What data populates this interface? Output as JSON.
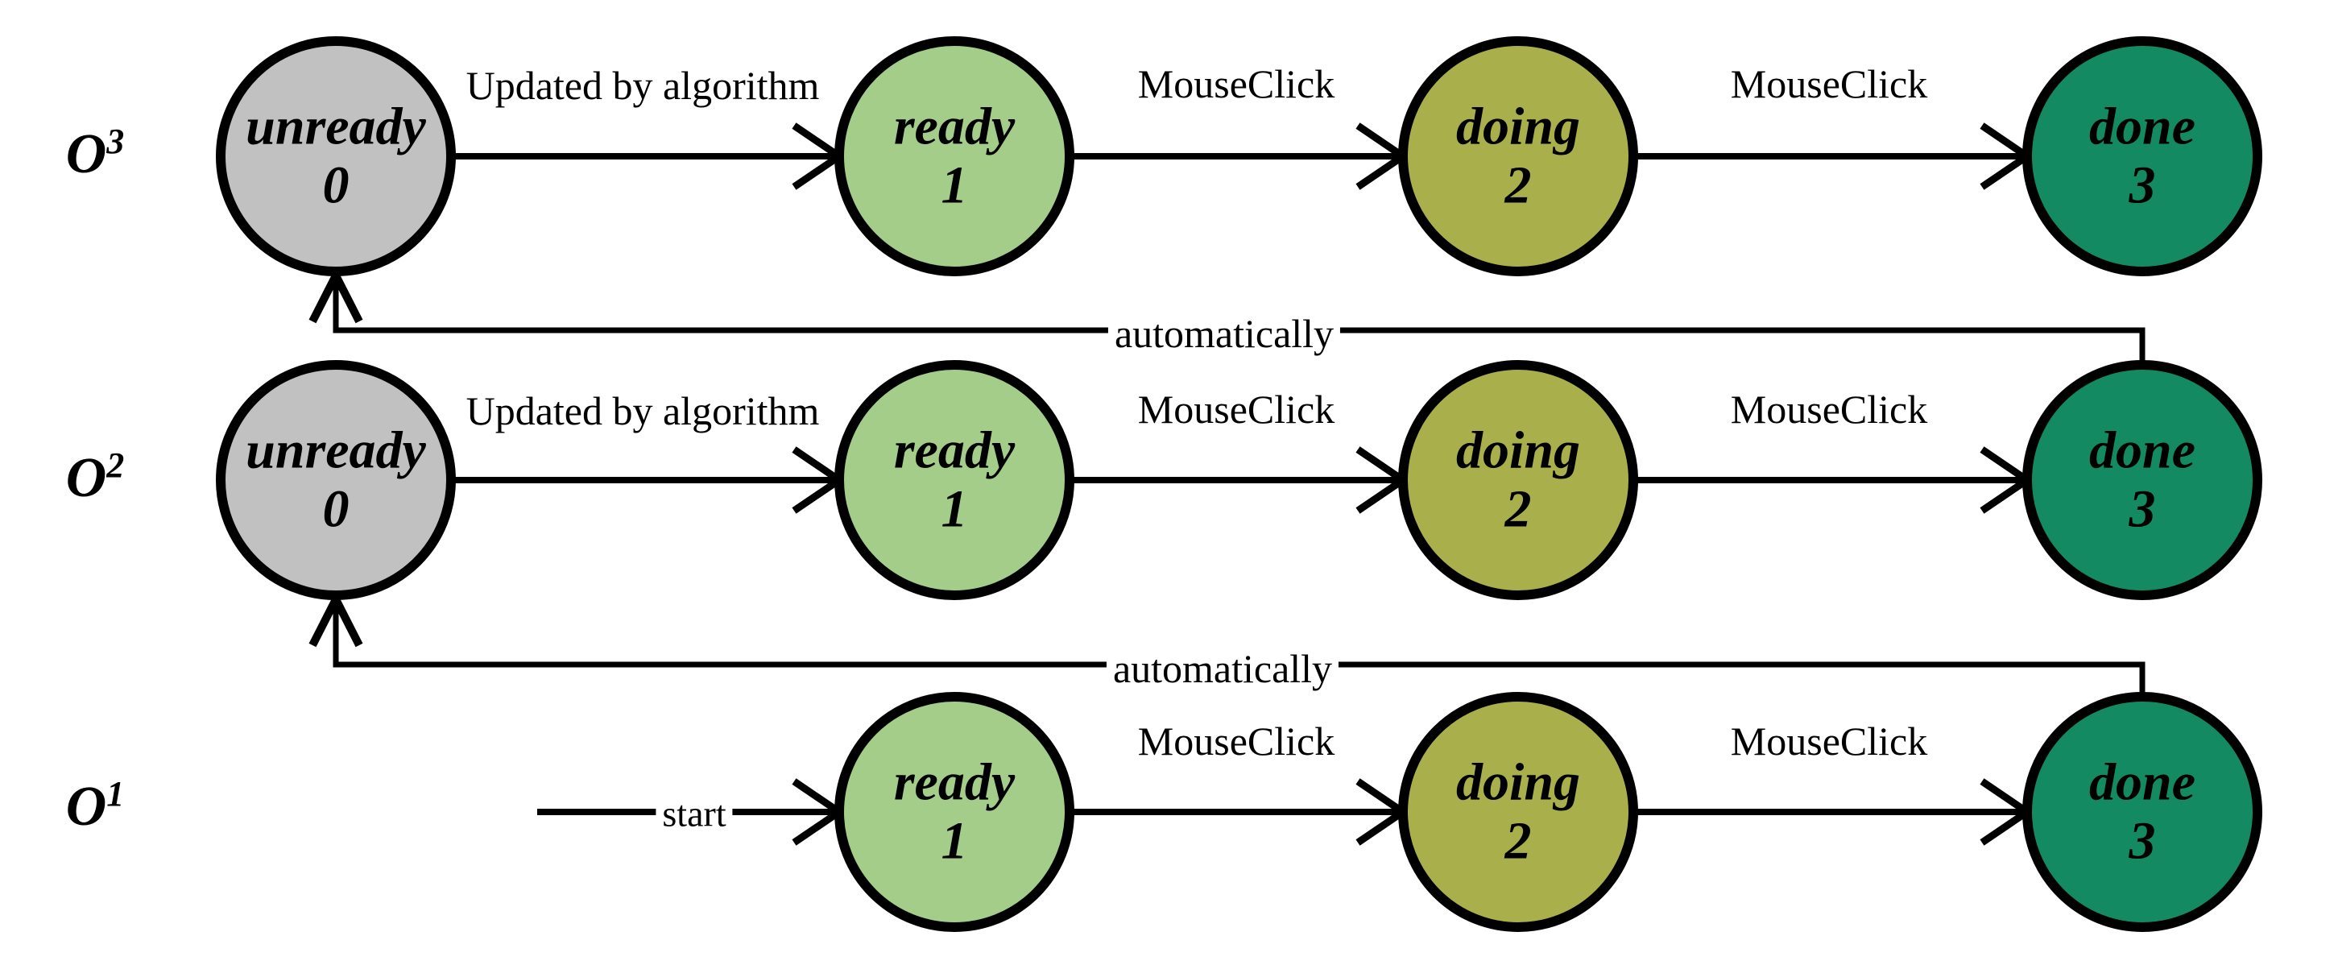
{
  "diagram": {
    "background": "#ffffff",
    "line_color": "#000000",
    "machines": [
      {
        "label_base": "O",
        "label_sup": "3",
        "states": [
          {
            "name": "unready",
            "number": "0",
            "color": "#c1c1c1"
          },
          {
            "name": "ready",
            "number": "1",
            "color": "#a5cd8a"
          },
          {
            "name": "doing",
            "number": "2",
            "color": "#a9b04b"
          },
          {
            "name": "done",
            "number": "3",
            "color": "#148a63"
          }
        ],
        "transitions": [
          {
            "label": "Updated by algorithm"
          },
          {
            "label": "MouseClick"
          },
          {
            "label": "MouseClick"
          }
        ]
      },
      {
        "label_base": "O",
        "label_sup": "2",
        "states": [
          {
            "name": "unready",
            "number": "0",
            "color": "#c1c1c1"
          },
          {
            "name": "ready",
            "number": "1",
            "color": "#a5cd8a"
          },
          {
            "name": "doing",
            "number": "2",
            "color": "#a9b04b"
          },
          {
            "name": "done",
            "number": "3",
            "color": "#148a63"
          }
        ],
        "transitions": [
          {
            "label": "Updated by algorithm"
          },
          {
            "label": "MouseClick"
          },
          {
            "label": "MouseClick"
          }
        ]
      },
      {
        "label_base": "O",
        "label_sup": "1",
        "start_label": "start",
        "states": [
          {
            "name": "ready",
            "number": "1",
            "color": "#a5cd8a"
          },
          {
            "name": "doing",
            "number": "2",
            "color": "#a9b04b"
          },
          {
            "name": "done",
            "number": "3",
            "color": "#148a63"
          }
        ],
        "transitions": [
          {
            "label": "MouseClick"
          },
          {
            "label": "MouseClick"
          }
        ]
      }
    ],
    "feedback_arrows": [
      {
        "label": "automatically",
        "from": "O2 done",
        "to": "O3 unready"
      },
      {
        "label": "automatically",
        "from": "O1 done",
        "to": "O2 unready"
      }
    ]
  }
}
